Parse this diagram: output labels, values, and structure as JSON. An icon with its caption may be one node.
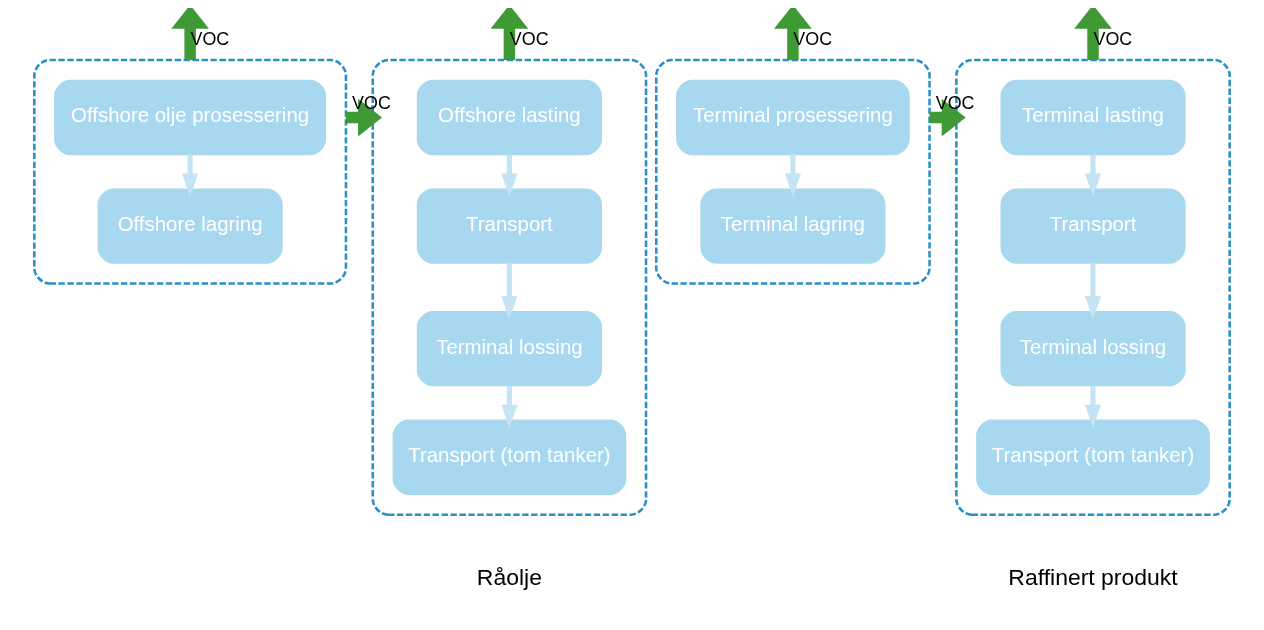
{
  "diagram": {
    "nodes": [
      {
        "text": [],
        "shape": "box"
      },
      {
        "text": [
          "Offshore olje prosessering"
        ],
        "in": 0
      },
      {
        "text": [
          "Offshore lagring"
        ],
        "in": 0
      },
      {
        "text": [],
        "shape": "box"
      },
      {
        "text": [
          "Offshore lasting"
        ],
        "in": 3
      },
      {
        "text": [
          "Transport"
        ],
        "in": 3
      },
      {
        "text": [
          "Terminal lossing"
        ],
        "in": 3
      },
      {
        "text": [
          "Transport (tom tanker)"
        ],
        "in": 3
      },
      {
        "text": [],
        "shape": "box"
      },
      {
        "text": [
          "Terminal prosessering"
        ],
        "in": 8
      },
      {
        "text": [
          "Terminal lagring"
        ],
        "in": 8
      },
      {
        "text": [],
        "shape": "box"
      },
      {
        "text": [
          "Terminal lasting"
        ],
        "in": 11
      },
      {
        "text": [
          "Transport"
        ],
        "in": 11
      },
      {
        "text": [
          "Terminal lossing"
        ],
        "in": 11
      },
      {
        "text": [
          "Transport (tom tanker)"
        ],
        "in": 11
      }
    ],
    "edges": [
      {
        "from": 0,
        "to": null,
        "arrow": "to",
        "label": "VOC",
        "style": "thick",
        "color": "#3f9a36"
      },
      {
        "from": 3,
        "to": null,
        "arrow": "to",
        "label": "VOC",
        "style": "thick",
        "color": "#3f9a36"
      },
      {
        "from": 8,
        "to": null,
        "arrow": "to",
        "label": "VOC",
        "style": "thick",
        "color": "#3f9a36"
      },
      {
        "from": 11,
        "to": null,
        "arrow": "to",
        "label": "VOC",
        "style": "thick",
        "color": "#3f9a36"
      },
      {
        "from": 0,
        "to": 3,
        "arrow": "to",
        "label": "VOC",
        "style": "thick",
        "color": "#3f9a36"
      },
      {
        "from": 8,
        "to": 11,
        "arrow": "to",
        "label": "VOC",
        "style": "thick",
        "color": "#3f9a36"
      },
      {
        "from": 1,
        "to": 2,
        "arrow": "to"
      },
      {
        "from": 4,
        "to": 5,
        "arrow": "to"
      },
      {
        "from": 5,
        "to": 6,
        "arrow": "to"
      },
      {
        "from": 6,
        "to": 7,
        "arrow": "to"
      },
      {
        "from": 9,
        "to": 10,
        "arrow": "to"
      },
      {
        "from": 12,
        "to": 13,
        "arrow": "to"
      },
      {
        "from": 13,
        "to": 14,
        "arrow": "to"
      },
      {
        "from": 14,
        "to": 15,
        "arrow": "to"
      }
    ],
    "labels": [
      "Råolje",
      "Raffinert produkt"
    ]
  }
}
